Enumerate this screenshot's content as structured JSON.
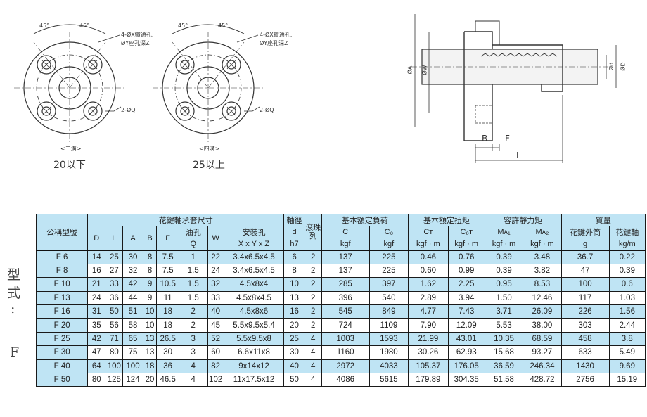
{
  "drawings": {
    "flange_left": {
      "angle_a": "45°",
      "angle_b": "45°",
      "note_holes": "4-ØX鑽通孔,",
      "note_seat": "ØY座孔深Z",
      "note_pin": "2-ØQ",
      "tag": "<二溝>",
      "caption": "20以下"
    },
    "flange_right": {
      "angle_a": "45°",
      "angle_b": "45°",
      "note_holes": "4-ØX鑽通孔,",
      "note_seat": "ØY座孔深Z",
      "note_pin": "2-ØQ",
      "tag": "<四溝>",
      "caption": "25以上"
    },
    "side_view": {
      "dim_a": "ØA",
      "dim_w": "ØW",
      "dim_d_small": "Ød",
      "dim_d_big": "ØD",
      "dim_b": "B",
      "dim_f": "F",
      "dim_l": "L"
    }
  },
  "side_label": [
    "型",
    "式",
    ":",
    "F"
  ],
  "table": {
    "header": {
      "model": "公稱型號",
      "group_dims": "花鍵軸承套尺寸",
      "group_shaft": "軸徑",
      "rows_label": "滾珠列",
      "group_load": "基本額定負荷",
      "group_torque": "基本額定扭矩",
      "group_moment": "容許靜力矩",
      "group_mass": "質量",
      "D": "D",
      "L": "L",
      "A": "A",
      "B": "B",
      "F": "F",
      "oil": "油孔",
      "oil_sub": "Q",
      "W": "W",
      "mount": "安裝孔",
      "mount_sub": "X x Y x Z",
      "d": "d",
      "d_sub": "h7",
      "C": "C",
      "C_unit": "kgf",
      "C0": "C₀",
      "C0_unit": "kgf",
      "CT": "Cᴛ",
      "CT_unit": "kgf · m",
      "C0T": "C₀ᴛ",
      "C0T_unit": "kgf · m",
      "MA1": "Mᴀ₁",
      "MA1_unit": "kgf · m",
      "MA2": "Mᴀ₂",
      "MA2_unit": "kgf · m",
      "outer": "花鍵外筒",
      "outer_unit": "g",
      "shaft": "花鍵軸",
      "shaft_unit": "kg/m"
    },
    "rows": [
      {
        "model": "F 6",
        "D": "14",
        "L": "25",
        "A": "30",
        "B": "8",
        "F": "7.5",
        "Q": "1",
        "W": "22",
        "XYZ": "3.4x6.5x4.5",
        "d": "6",
        "n": "2",
        "C": "137",
        "C0": "225",
        "CT": "0.46",
        "C0T": "0.76",
        "MA1": "0.39",
        "MA2": "3.48",
        "outer": "36.7",
        "shaft": "0.22",
        "bold": false
      },
      {
        "model": "F 8",
        "D": "16",
        "L": "27",
        "A": "32",
        "B": "8",
        "F": "7.5",
        "Q": "1.5",
        "W": "24",
        "XYZ": "3.4x6.5x4.5",
        "d": "8",
        "n": "2",
        "C": "137",
        "C0": "225",
        "CT": "0.60",
        "C0T": "0.99",
        "MA1": "0.39",
        "MA2": "3.82",
        "outer": "47",
        "shaft": "0.39",
        "bold": false
      },
      {
        "model": "F 10",
        "D": "21",
        "L": "33",
        "A": "42",
        "B": "9",
        "F": "10.5",
        "Q": "1.5",
        "W": "32",
        "XYZ": "4.5x8x4",
        "d": "10",
        "n": "2",
        "C": "285",
        "C0": "397",
        "CT": "1.62",
        "C0T": "2.25",
        "MA1": "0.95",
        "MA2": "8.53",
        "outer": "100",
        "shaft": "0.6",
        "bold": false
      },
      {
        "model": "F 13",
        "D": "24",
        "L": "36",
        "A": "44",
        "B": "9",
        "F": "11",
        "Q": "1.5",
        "W": "33",
        "XYZ": "4.5x8x4.5",
        "d": "13",
        "n": "2",
        "C": "396",
        "C0": "540",
        "CT": "2.89",
        "C0T": "3.94",
        "MA1": "1.50",
        "MA2": "12.46",
        "outer": "117",
        "shaft": "1.03",
        "bold": false
      },
      {
        "model": "F 16",
        "D": "31",
        "L": "50",
        "A": "51",
        "B": "10",
        "F": "18",
        "Q": "2",
        "W": "40",
        "XYZ": "4.5x8x6",
        "d": "16",
        "n": "2",
        "C": "545",
        "C0": "849",
        "CT": "4.77",
        "C0T": "7.43",
        "MA1": "3.71",
        "MA2": "26.09",
        "outer": "226",
        "shaft": "1.56",
        "bold": true
      },
      {
        "model": "F 20",
        "D": "35",
        "L": "56",
        "A": "58",
        "B": "10",
        "F": "18",
        "Q": "2",
        "W": "45",
        "XYZ": "5.5x9.5x5.4",
        "d": "20",
        "n": "2",
        "C": "724",
        "C0": "1109",
        "CT": "7.90",
        "C0T": "12.09",
        "MA1": "5.53",
        "MA2": "38.00",
        "outer": "303",
        "shaft": "2.44",
        "bold": true
      },
      {
        "model": "F 25",
        "D": "42",
        "L": "71",
        "A": "65",
        "B": "13",
        "F": "26.5",
        "Q": "3",
        "W": "52",
        "XYZ": "5.5x9.5x8",
        "d": "25",
        "n": "4",
        "C": "1003",
        "C0": "1593",
        "CT": "21.99",
        "C0T": "43.01",
        "MA1": "10.35",
        "MA2": "68.59",
        "outer": "458",
        "shaft": "3.8",
        "bold": false
      },
      {
        "model": "F 30",
        "D": "47",
        "L": "80",
        "A": "75",
        "B": "13",
        "F": "30",
        "Q": "3",
        "W": "60",
        "XYZ": "6.6x11x8",
        "d": "30",
        "n": "4",
        "C": "1160",
        "C0": "1980",
        "CT": "30.26",
        "C0T": "62.93",
        "MA1": "15.68",
        "MA2": "93.27",
        "outer": "633",
        "shaft": "5.49",
        "bold": false
      },
      {
        "model": "F 40",
        "D": "64",
        "L": "100",
        "A": "100",
        "B": "18",
        "F": "36",
        "Q": "4",
        "W": "82",
        "XYZ": "9x14x12",
        "d": "40",
        "n": "4",
        "C": "2972",
        "C0": "4033",
        "CT": "105.37",
        "C0T": "176.05",
        "MA1": "36.59",
        "MA2": "246.34",
        "outer": "1430",
        "shaft": "9.69",
        "bold": false
      },
      {
        "model": "F 50",
        "D": "80",
        "L": "125",
        "A": "124",
        "B": "20",
        "F": "46.5",
        "Q": "4",
        "W": "102",
        "XYZ": "11x17.5x12",
        "d": "50",
        "n": "4",
        "C": "4086",
        "C0": "5615",
        "CT": "179.89",
        "C0T": "304.35",
        "MA1": "51.58",
        "MA2": "428.72",
        "outer": "2756",
        "shaft": "15.19",
        "bold": false
      }
    ]
  }
}
